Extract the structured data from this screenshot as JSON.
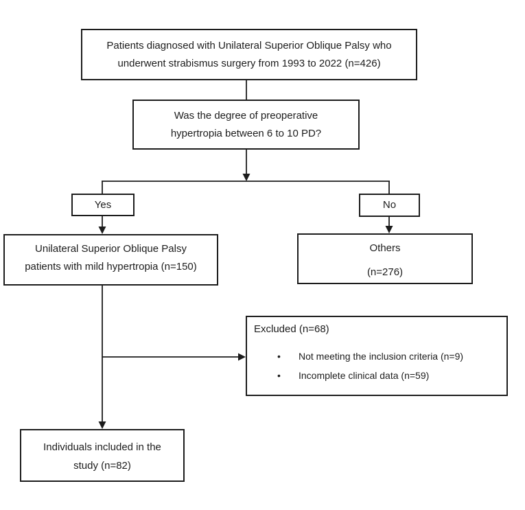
{
  "diagram": {
    "type": "flowchart",
    "background_color": "#ffffff",
    "line_color": "#1c1c1c",
    "nodes": {
      "top": {
        "line1": "Patients diagnosed with Unilateral Superior Oblique Palsy who",
        "line2": "underwent strabismus surgery from 1993 to 2022 (n=426)"
      },
      "question": {
        "line1": "Was the degree of preoperative",
        "line2": "hypertropia between 6 to 10 PD?"
      },
      "yes": {
        "label": "Yes"
      },
      "no": {
        "label": "No"
      },
      "mild": {
        "line1": "Unilateral Superior Oblique Palsy",
        "line2": "patients with mild hypertropia (n=150)"
      },
      "others": {
        "line1": "Others",
        "line2": "(n=276)"
      },
      "excluded": {
        "title": "Excluded (n=68)",
        "bullet_glyph": "•",
        "bullet1": "Not meeting the inclusion criteria (n=9)",
        "bullet2": "Incomplete clinical data (n=59)"
      },
      "included": {
        "line1": "Individuals included in the",
        "line2": "study (n=82)"
      }
    }
  }
}
